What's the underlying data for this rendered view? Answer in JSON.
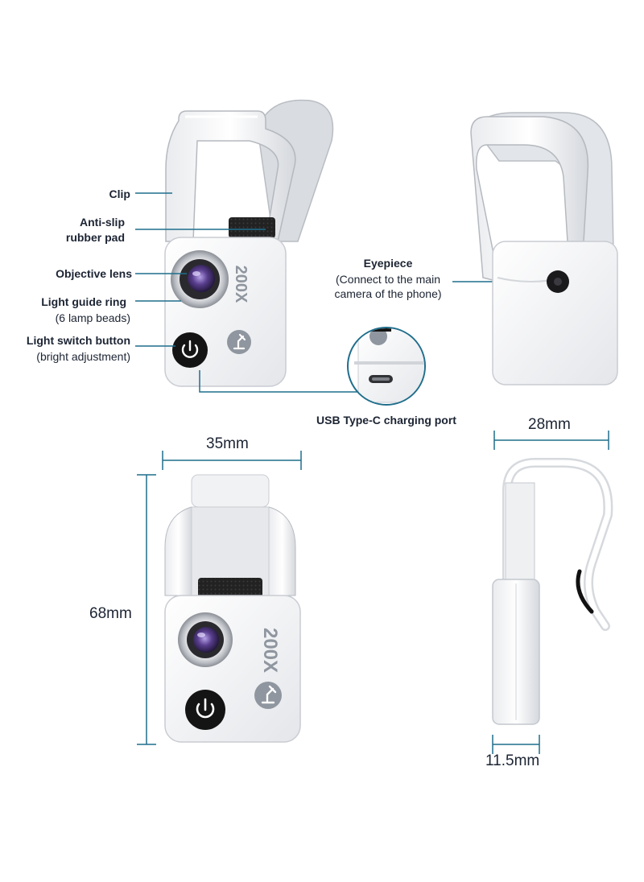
{
  "labels": {
    "clip": "Clip",
    "anti_slip_1": "Anti-slip",
    "anti_slip_2": "rubber pad",
    "objective_lens": "Objective lens",
    "light_guide_1": "Light guide ring",
    "light_guide_2": "(6 lamp beads)",
    "switch_1": "Light switch button",
    "switch_2": "(bright adjustment)",
    "eyepiece_1": "Eyepiece",
    "eyepiece_2": "(Connect to the main",
    "eyepiece_3": "camera of the phone)",
    "usb": "USB Type-C charging port"
  },
  "device": {
    "magnification": "200X"
  },
  "dimensions": {
    "width": "35mm",
    "height": "68mm",
    "depth": "28mm",
    "thickness": "11.5mm"
  },
  "colors": {
    "accent": "#1f6e8c",
    "body": "#f1f2f4",
    "shadow": "#c9ccd2",
    "lens": "#4a3a78",
    "button": "#141414"
  }
}
